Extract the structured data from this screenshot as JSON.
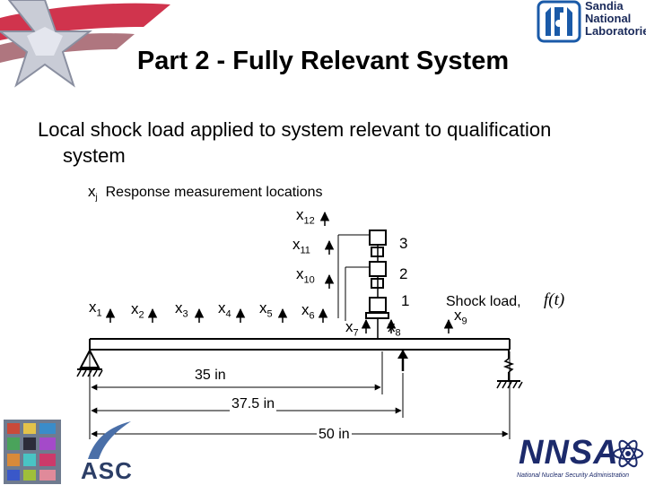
{
  "slide": {
    "title": "Part 2 - Fully Relevant System",
    "body_line1": "Local shock load applied to system relevant to qualification",
    "body_line2": "system",
    "legend": {
      "symbol": "x",
      "subscript": "j",
      "text": "Response measurement locations"
    }
  },
  "diagram": {
    "measurement_points": [
      {
        "base": "x",
        "sub": "1"
      },
      {
        "base": "x",
        "sub": "2"
      },
      {
        "base": "x",
        "sub": "3"
      },
      {
        "base": "x",
        "sub": "4"
      },
      {
        "base": "x",
        "sub": "5"
      },
      {
        "base": "x",
        "sub": "6"
      },
      {
        "base": "x",
        "sub": "7"
      },
      {
        "base": "x",
        "sub": "8"
      },
      {
        "base": "x",
        "sub": "9"
      },
      {
        "base": "x",
        "sub": "10"
      },
      {
        "base": "x",
        "sub": "11"
      },
      {
        "base": "x",
        "sub": "12"
      }
    ],
    "component_labels": [
      "3",
      "2",
      "1"
    ],
    "shock_label": "Shock load,",
    "shock_function": "f(t)",
    "dimensions": [
      "35 in",
      "37.5 in",
      "50 in"
    ]
  },
  "logos": {
    "sandia": [
      "Sandia",
      "National",
      "Laboratories"
    ],
    "asc": "ASC",
    "nnsa": "NNSA",
    "nnsa_caption": "National Nuclear Security Administration"
  },
  "colors": {
    "title": "#000000",
    "sandia_blue": "#1a5aa8",
    "star_red": "#c8102e",
    "nnsa_navy": "#1c2a6b"
  }
}
